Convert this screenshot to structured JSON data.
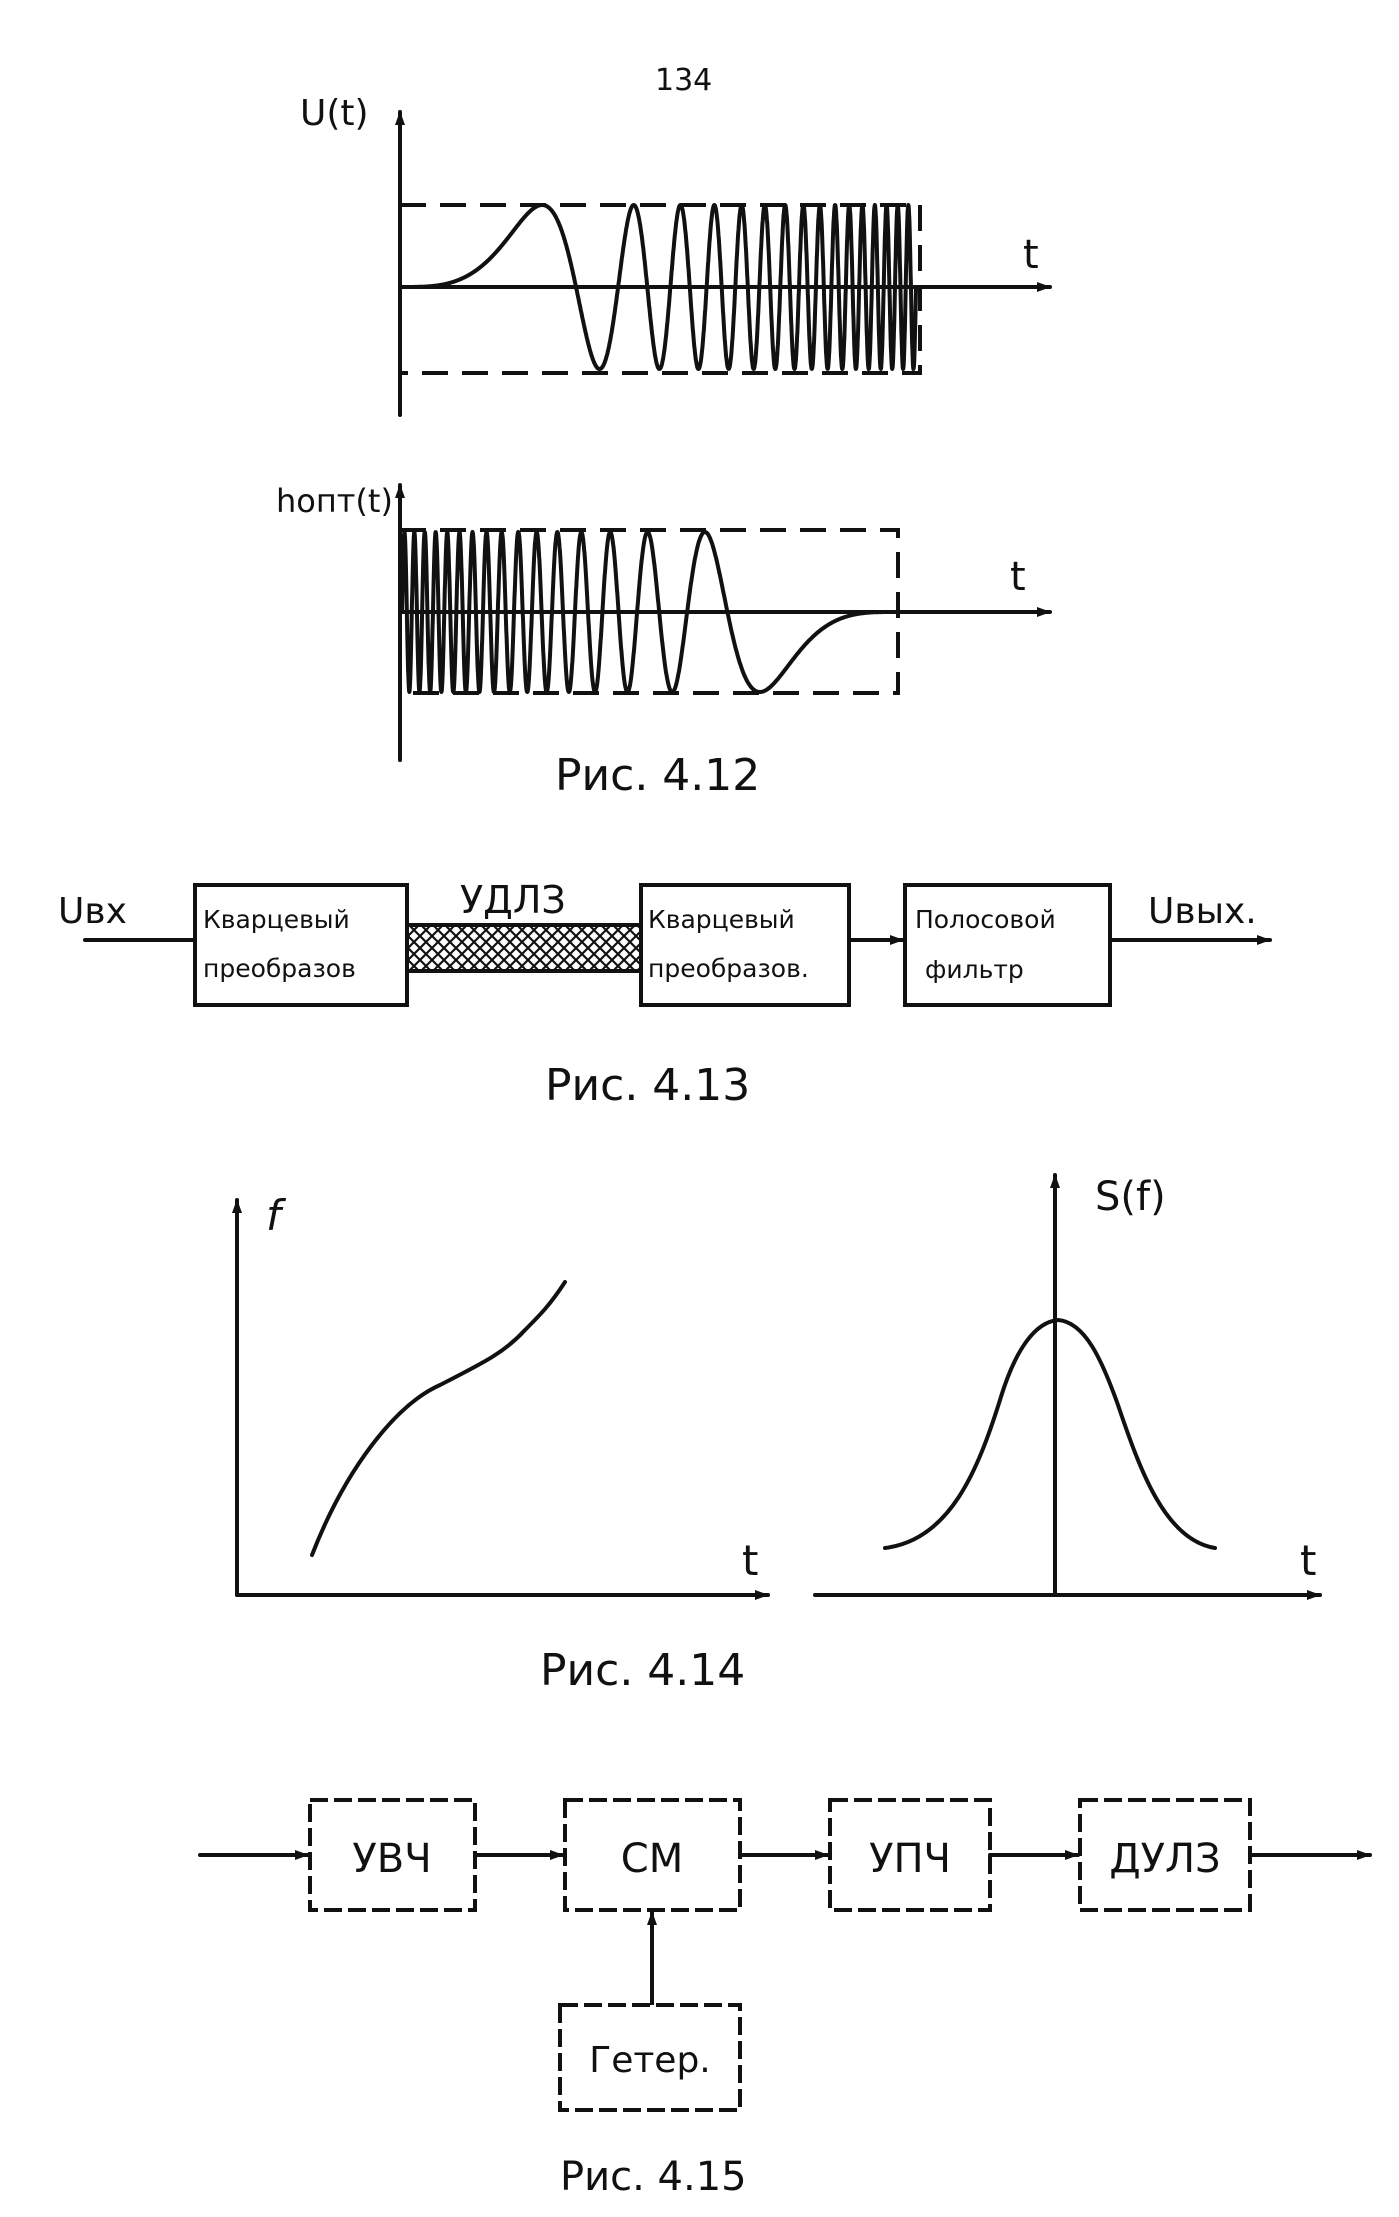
{
  "page_number": "134",
  "fig412": {
    "top": {
      "ylabel": "U(t)",
      "xlabel": "t"
    },
    "bottom": {
      "ylabel": "hопт(t)",
      "xlabel": "t"
    },
    "caption": "Рис. 4.12"
  },
  "fig413": {
    "input_label": "Uвх",
    "output_label": "Uвых.",
    "line_label": "УДЛЗ",
    "blocks": [
      {
        "line1": "Кварцевый",
        "line2": "преобразов"
      },
      {
        "line1": "Кварцевый",
        "line2": "преобразов."
      },
      {
        "line1": "Полосовой",
        "line2": "фильтр"
      }
    ],
    "caption": "Рис. 4.13"
  },
  "fig414": {
    "left": {
      "ylabel": "f",
      "xlabel": "t"
    },
    "right": {
      "ylabel": "S(f)",
      "xlabel": "t"
    },
    "caption": "Рис. 4.14"
  },
  "fig415": {
    "blocks": [
      "УВЧ",
      "СМ",
      "УПЧ",
      "ДУЛЗ"
    ],
    "oscillator": "Гетер.",
    "caption": "Рис. 4.15"
  }
}
